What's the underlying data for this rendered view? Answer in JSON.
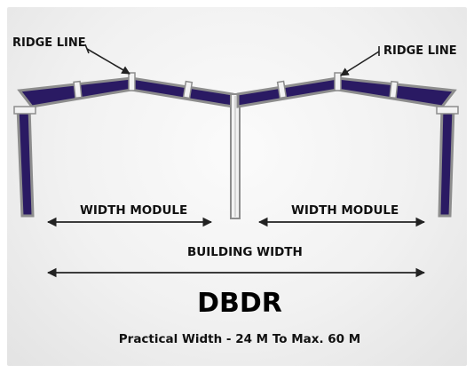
{
  "diagram": {
    "ridge_left": "RIDGE LINE",
    "ridge_right": "RIDGE LINE",
    "width_module_left": "WIDTH MODULE",
    "width_module_right": "WIDTH MODULE",
    "building_width": "BUILDING WIDTH",
    "title": "DBDR",
    "subtitle": "Practical Width - 24 M To Max. 60 M"
  },
  "colors": {
    "member_fill": "#2a1a63",
    "member_stroke": "#8d8d8d",
    "plate_fill": "#f2f2f2",
    "dimension_line": "#222222",
    "background": "#efefef"
  }
}
